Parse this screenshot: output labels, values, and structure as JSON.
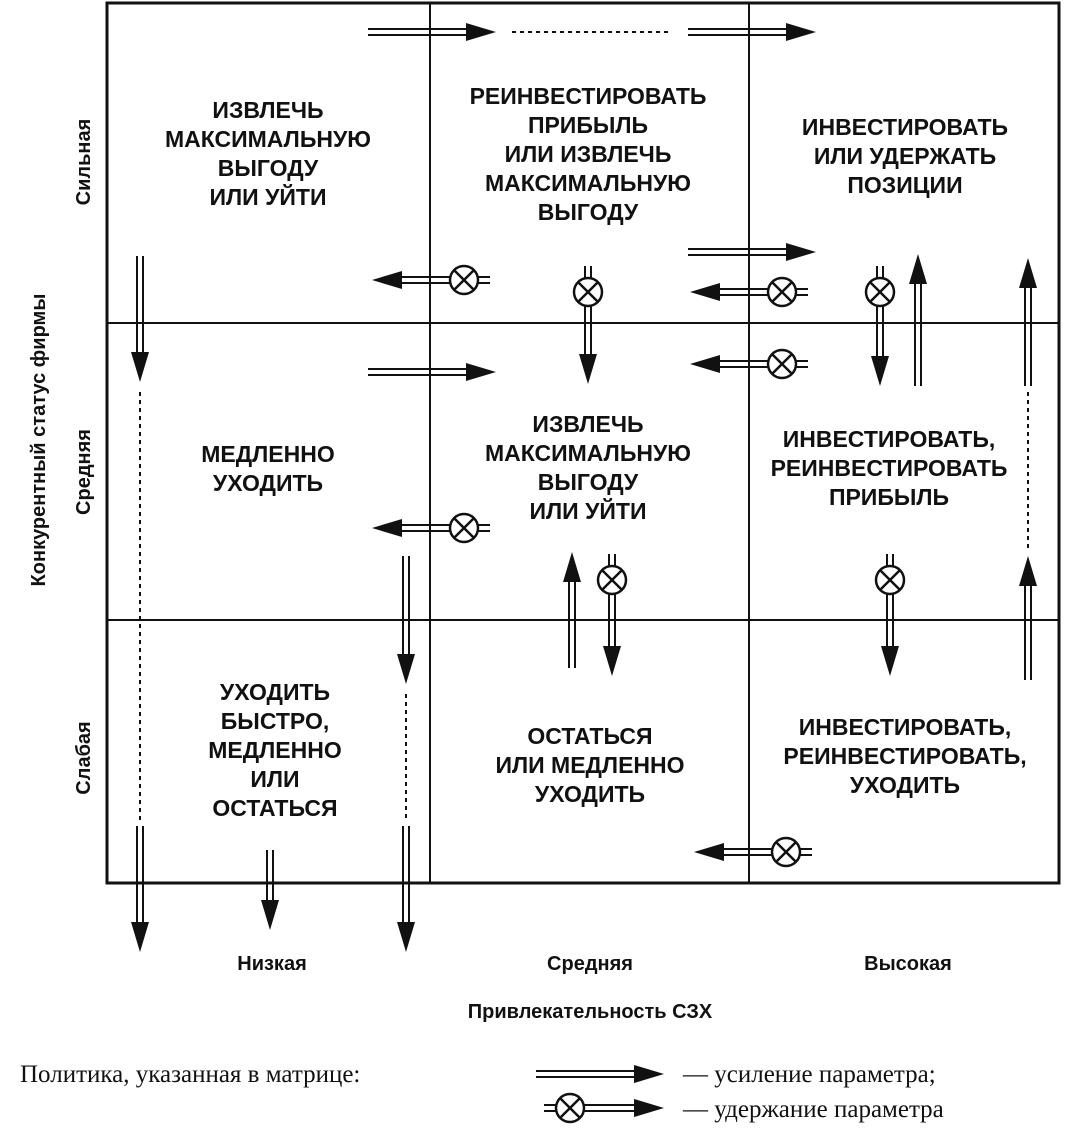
{
  "cells": {
    "strong_low": [
      "ИЗВЛЕЧЬ",
      "МАКСИМАЛЬНУЮ",
      "ВЫГОДУ",
      "ИЛИ УЙТИ"
    ],
    "strong_medium": [
      "РЕИНВЕСТИРОВАТЬ",
      "ПРИБЫЛЬ",
      "ИЛИ ИЗВЛЕЧЬ",
      "МАКСИМАЛЬНУЮ",
      "ВЫГОДУ"
    ],
    "strong_high": [
      "ИНВЕСТИРОВАТЬ",
      "ИЛИ УДЕРЖАТЬ",
      "ПОЗИЦИИ"
    ],
    "medium_low": [
      "МЕДЛЕННО",
      "УХОДИТЬ"
    ],
    "medium_medium": [
      "ИЗВЛЕЧЬ",
      "МАКСИМАЛЬНУЮ",
      "ВЫГОДУ",
      "ИЛИ УЙТИ"
    ],
    "medium_high": [
      "ИНВЕСТИРОВАТЬ,",
      "РЕИНВЕСТИРОВАТЬ",
      "ПРИБЫЛЬ"
    ],
    "weak_low": [
      "УХОДИТЬ",
      "БЫСТРО,",
      "МЕДЛЕННО",
      "ИЛИ",
      "ОСТАТЬСЯ"
    ],
    "weak_medium": [
      "ОСТАТЬСЯ",
      "ИЛИ МЕДЛЕННО",
      "УХОДИТЬ"
    ],
    "weak_high": [
      "ИНВЕСТИРОВАТЬ,",
      "РЕИНВЕСТИРОВАТЬ,",
      "УХОДИТЬ"
    ]
  },
  "axes": {
    "y_title": "Конкурентный статус фирмы",
    "y_levels": [
      "Сильная",
      "Средняя",
      "Слабая"
    ],
    "x_title": "Привлекательность СЗХ",
    "x_levels": [
      "Низкая",
      "Средняя",
      "Высокая"
    ]
  },
  "legend": {
    "title": "Политика, указанная в матрице:",
    "strengthen": "— усиление параметра;",
    "hold": "— удержание параметра"
  },
  "icons": {
    "double_arrow": "double-arrow-icon",
    "hold_marker": "circle-x-icon"
  },
  "colors": {
    "ink": "#111111",
    "background": "#ffffff"
  }
}
